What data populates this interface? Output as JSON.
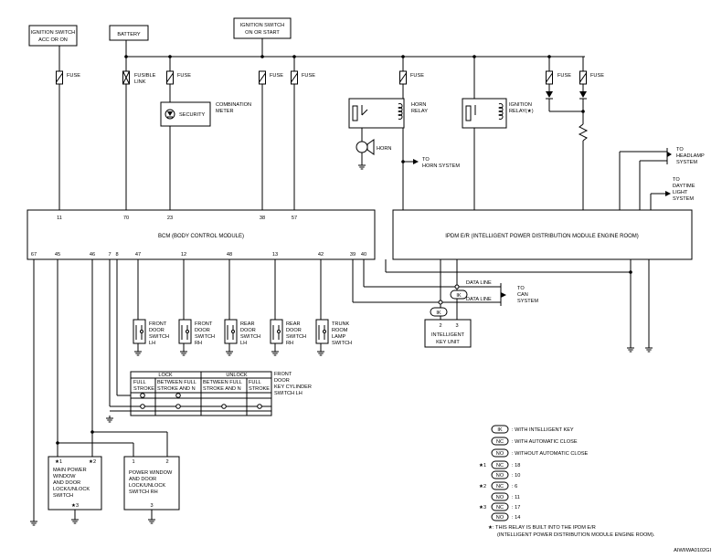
{
  "sources": {
    "ign_acc": [
      "IGNITION SWITCH",
      "ACC OR ON"
    ],
    "battery": "BATTERY",
    "ign_start": [
      "IGNITION SWITCH",
      "ON OR START"
    ]
  },
  "fuse_labels": {
    "fuse": "FUSE",
    "fusible_link": [
      "FUSIBLE",
      "LINK"
    ]
  },
  "combination_meter": {
    "security_label": "SECURITY",
    "label": [
      "COMBINATION",
      "METER"
    ]
  },
  "horn_relay": [
    "HORN",
    "RELAY"
  ],
  "horn": "HORN",
  "to_horn_system": [
    "TO",
    "HORN SYSTEM"
  ],
  "ignition_relay": [
    "IGNITION",
    "RELAY(★)"
  ],
  "to_headlamp": [
    "TO",
    "HEADLAMP",
    "SYSTEM"
  ],
  "to_daytime": [
    "TO",
    "DAYTIME",
    "LIGHT",
    "SYSTEM"
  ],
  "bcm": {
    "label": "BCM (BODY CONTROL MODULE)",
    "top_pins": [
      "11",
      "70",
      "23",
      "38",
      "57"
    ],
    "bottom_pins": [
      "67",
      "45",
      "46",
      "7",
      "8",
      "47",
      "12",
      "48",
      "13",
      "42",
      "39",
      "40"
    ]
  },
  "ipdm_label": "IPDM E/R (INTELLIGENT POWER DISTRIBUTION MODULE ENGINE ROOM)",
  "data_line": "DATA LINE",
  "to_can": [
    "TO",
    "CAN",
    "SYSTEM"
  ],
  "ik_tag": "IK",
  "intelligent_key": {
    "pins": [
      "2",
      "3"
    ],
    "label": [
      "INTELLIGENT",
      "KEY  UNIT"
    ]
  },
  "door_switches": [
    [
      "FRONT",
      "DOOR",
      "SWITCH",
      "LH"
    ],
    [
      "FRONT",
      "DOOR",
      "SWITCH",
      "RH"
    ],
    [
      "REAR",
      "DOOR",
      "SWITCH",
      "LH"
    ],
    [
      "REAR",
      "DOOR",
      "SWITCH",
      "RH"
    ],
    [
      "TRUNK",
      "ROOM",
      "LAMP",
      "SWITCH"
    ]
  ],
  "key_cylinder": {
    "lock": "LOCK",
    "unlock": "UNLOCK",
    "cols": [
      [
        "FULL",
        "STROKE"
      ],
      [
        "BETWEEN FULL",
        "STROKE AND N"
      ],
      [
        "BETWEEN FULL",
        "STROKE AND N"
      ],
      [
        "FULL",
        "STROKE"
      ]
    ],
    "label": [
      "FRONT",
      "DOOR",
      "KEY CYLINDER",
      "SWITCH LH"
    ]
  },
  "main_pw": {
    "pin1": "★1",
    "pin2": "★2",
    "pin3": "★3",
    "label": [
      "MAIN POWER",
      "WINDOW",
      "AND DOOR",
      "LOCK/UNLOCK",
      "SWITCH"
    ]
  },
  "rh_pw": {
    "pins": [
      "1",
      "2",
      "3"
    ],
    "label": [
      "POWER WINDOW",
      "AND DOOR",
      "LOCK/UNLOCK",
      "SWITCH RH"
    ]
  },
  "legend": [
    {
      "prefix": "",
      "tag": "IK",
      "text": ": WITH INTELLIGENT KEY"
    },
    {
      "prefix": "",
      "tag": "NC",
      "text": ": WITH AUTOMATIC CLOSE"
    },
    {
      "prefix": "",
      "tag": "NO",
      "text": ": WITHOUT AUTOMATIC CLOSE"
    },
    {
      "prefix": "★1",
      "tag": "NC",
      "text": ": 18"
    },
    {
      "prefix": "",
      "tag": "NO",
      "text": ": 10"
    },
    {
      "prefix": "★2",
      "tag": "NC",
      "text": ": 6"
    },
    {
      "prefix": "",
      "tag": "NO",
      "text": ": 11"
    },
    {
      "prefix": "★3",
      "tag": "NC",
      "text": ": 17"
    },
    {
      "prefix": "",
      "tag": "NO",
      "text": ": 14"
    }
  ],
  "star_note": [
    "★: THIS RELAY IS BUILT INTO THE IPDM E/R",
    "(INTELLIGENT POWER DISTRIBUTION MODULE ENGINE ROOM)."
  ],
  "diagram_code": "AIWIIWA0102GI"
}
